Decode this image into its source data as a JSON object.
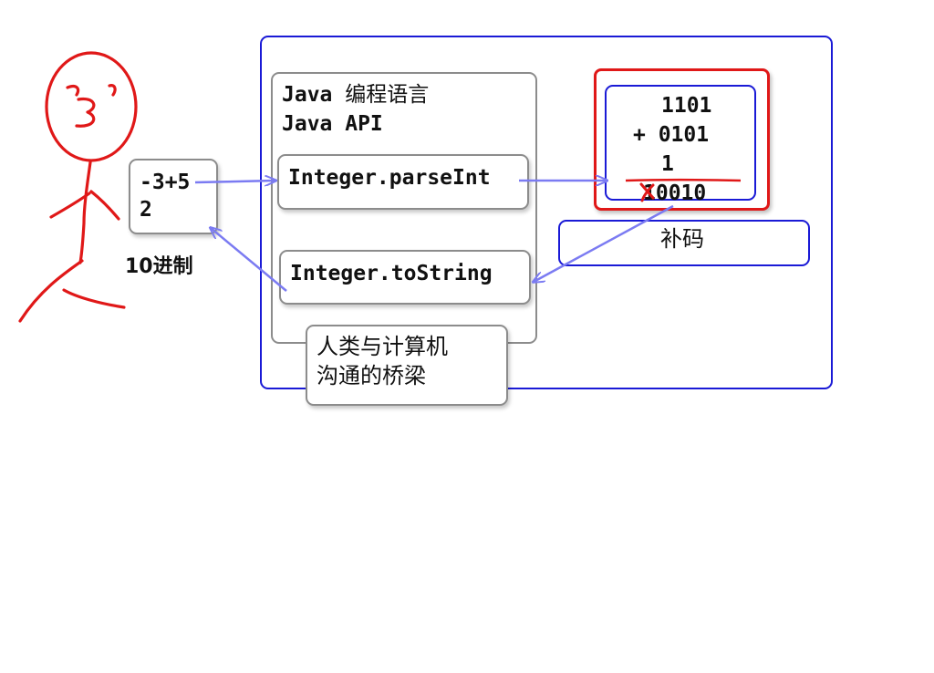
{
  "java_box": {
    "line1_prefix": "Java ",
    "line1_cn": "编程语言",
    "line2": "Java API"
  },
  "parse_method": "Integer.parseInt",
  "tostring_method": "Integer.toString",
  "decimal_box": {
    "expression": "-3+5",
    "result": "2"
  },
  "decimal_label": "10进制",
  "binary_calc": {
    "row1": "1101",
    "row2": "+ 0101",
    "carry": "1",
    "result": "10010"
  },
  "complement_label": "补码",
  "bridge_label": {
    "line1": "人类与计算机",
    "line2": "沟通的桥梁"
  },
  "colors": {
    "outer_border": "#1a1ad6",
    "box_border": "#8c8c8c",
    "ink_red": "#e01818",
    "arrow": "#8080f0"
  }
}
